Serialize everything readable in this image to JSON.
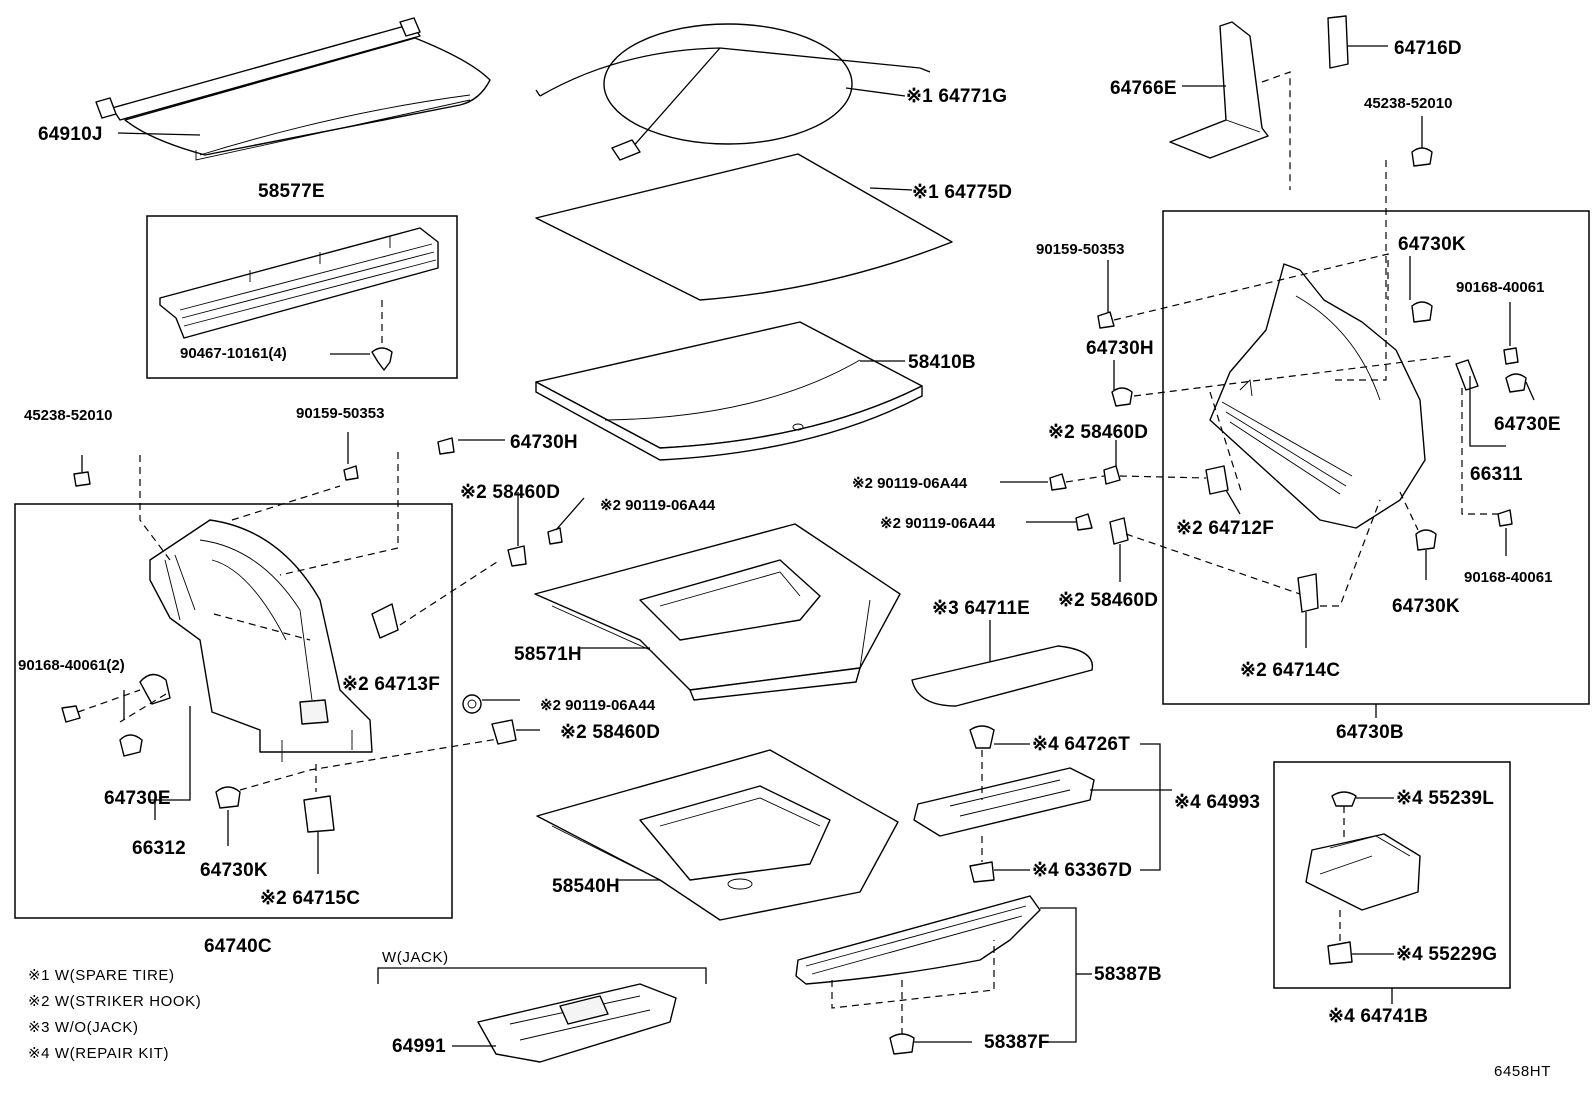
{
  "labels": {
    "p64910J": "64910J",
    "p58577E": "58577E",
    "p90467": "90467-10161(4)",
    "p45238_left": "45238-52010",
    "p90159_left": "90159-50353",
    "p64730H_left": "64730H",
    "p64771G": "※1 64771G",
    "p64775D": "※1 64775D",
    "p58410B": "58410B",
    "p64766E": "64766E",
    "p64716D": "64716D",
    "p45238_right": "45238-52010",
    "p64730K_top": "64730K",
    "p90159_right": "90159-50353",
    "p64730H_right": "64730H",
    "p90168_top": "90168-40061",
    "p64730E_right": "64730E",
    "p66311": "66311",
    "p58460D_r1": "※2 58460D",
    "p90119_r1": "※2 90119-06A44",
    "p90119_r2": "※2 90119-06A44",
    "p64712F": "※2 64712F",
    "p58460D_r2": "※2 58460D",
    "p64714C": "※2 64714C",
    "p64730K_bottom": "64730K",
    "p90168_bottom": "90168-40061",
    "p64730B": "64730B",
    "p64711E": "※3 64711E",
    "p58460D_c1": "※2 58460D",
    "p90119_c1": "※2 90119-06A44",
    "p58571H": "58571H",
    "p90119_c2": "※2 90119-06A44",
    "p58460D_c2": "※2 58460D",
    "p58540H": "58540H",
    "p64713F": "※2 64713F",
    "p90168_left": "90168-40061(2)",
    "p64730E_left": "64730E",
    "p66312": "66312",
    "p64730K_left": "64730K",
    "p64715C": "※2 64715C",
    "p64740C": "64740C",
    "p64726T": "※4 64726T",
    "p64993": "※4 64993",
    "p63367D": "※4 63367D",
    "p55239L": "※4 55239L",
    "p55229G": "※4 55229G",
    "p64741B": "※4 64741B",
    "p58387B": "58387B",
    "p58387F": "58387F",
    "p64991": "64991",
    "wjack": "W(JACK)",
    "diagram_code": "6458HT"
  },
  "notes": [
    "※1 W(SPARE TIRE)",
    "※2 W(STRIKER HOOK)",
    "※3 W/O(JACK)",
    "※4 W(REPAIR KIT)"
  ]
}
